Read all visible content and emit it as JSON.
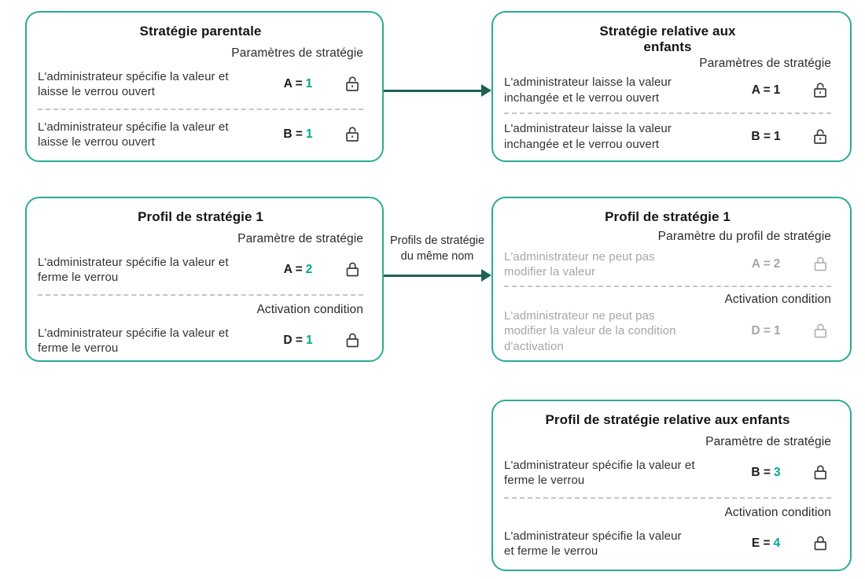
{
  "colors": {
    "box_border": "#2BAB95",
    "arrow": "#1E6257",
    "accent": "#00A88E",
    "text": "#32322E",
    "muted": "#A6A6A4",
    "divider": "#C6C6C6"
  },
  "icons": {
    "open_lock": "open-padlock",
    "closed_lock": "closed-padlock"
  },
  "arrows": {
    "top": {
      "label": ""
    },
    "middle": {
      "label": "Profils de stratégie\ndu même nom"
    }
  },
  "boxes": [
    {
      "title": "Stratégie parentale",
      "heading": "Paramètres de stratégie",
      "rows": [
        {
          "desc": "L'administrateur spécifie la valeur et\nlaisse le verrou ouvert",
          "name": "A =",
          "value": "1",
          "lock": "open"
        },
        {
          "desc": "L'administrateur spécifie la valeur et\nlaisse le verrou ouvert",
          "name": "B =",
          "value": "1",
          "lock": "open"
        }
      ]
    },
    {
      "title": "Stratégie relative aux\nenfants",
      "heading": "Paramètres de stratégie",
      "rows": [
        {
          "desc": "L'administrateur laisse la valeur\ninchangée et le verrou ouvert",
          "name": "A =",
          "value": "1",
          "lock": "open"
        },
        {
          "desc": "L'administrateur laisse la valeur\ninchangée et le verrou ouvert",
          "name": "B =",
          "value": "1",
          "lock": "open"
        }
      ]
    },
    {
      "title": "Profil de stratégie 1",
      "heading": "Paramètre de stratégie",
      "heading2": "Activation condition",
      "rows": [
        {
          "desc": "L'administrateur spécifie la valeur et\nferme le verrou",
          "name": "A =",
          "value": "2",
          "lock": "closed"
        },
        {
          "desc": "L'administrateur spécifie la valeur et\nferme le verrou",
          "name": "D =",
          "value": "1",
          "lock": "closed"
        }
      ]
    },
    {
      "title": "Profil de stratégie 1",
      "heading": "Paramètre du profil de stratégie",
      "heading2": "Activation condition",
      "rows": [
        {
          "desc": "L'administrateur ne peut pas\nmodifier la valeur",
          "name": "A =",
          "value": "2",
          "lock": "closed"
        },
        {
          "desc": "L'administrateur ne peut pas\nmodifier la valeur de la condition\nd'activation",
          "name": "D =",
          "value": "1",
          "lock": "closed"
        }
      ]
    },
    {
      "title": "Profil de stratégie relative aux enfants",
      "heading": "Paramètre de stratégie",
      "heading2": "Activation condition",
      "rows": [
        {
          "desc": "L'administrateur spécifie la valeur et\nferme le verrou",
          "name": "B =",
          "value": "3",
          "lock": "closed"
        },
        {
          "desc": "L'administrateur spécifie la valeur\net ferme le verrou",
          "name": "E =",
          "value": "4",
          "lock": "closed"
        }
      ]
    }
  ]
}
